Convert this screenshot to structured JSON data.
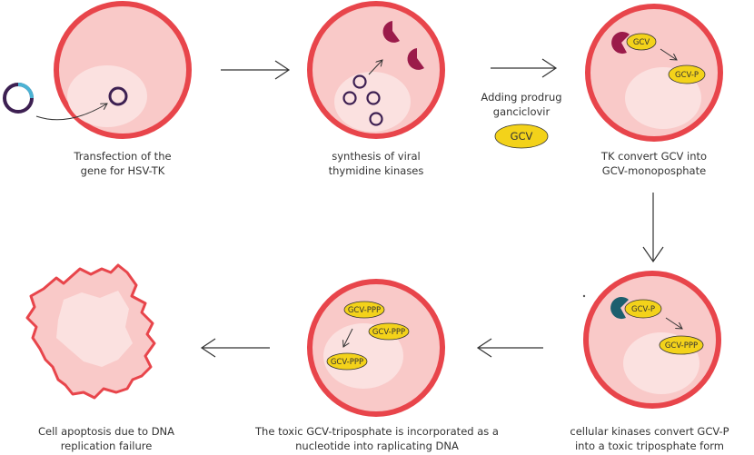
{
  "steps": [
    {
      "caption_line1": "Transfection of the",
      "caption_line2": "gene for HSV-TK"
    },
    {
      "caption_line1": "synthesis of viral",
      "caption_line2": "thymidine kinases"
    },
    {
      "caption_line1": "TK convert GCV into",
      "caption_line2": "GCV-monopo­sphate"
    },
    {
      "caption_line1": "cellular kinases convert GCV-P",
      "caption_line2": "into a toxic triposphate form"
    },
    {
      "caption_line1": "The toxic GCV-triposphate is incorporated as a",
      "caption_line2": "nucleotide into raplicating DNA"
    },
    {
      "caption_line1": "Cell apoptosis due to DNA",
      "caption_line2": "replication failure"
    }
  ],
  "prodrug": {
    "line1": "Adding prodrug",
    "line2": "ganciclovir",
    "pill": "GCV"
  },
  "pills": {
    "gcv": "GCV",
    "gcv_p": "GCV-P",
    "gcv_ppp": "GCV-PPP"
  },
  "colors": {
    "cell_outer": "#e8454b",
    "cell_fill": "#f9c9c8",
    "nucleus": "#fbe1e0",
    "kinase": "#9b1b4a",
    "cellular_kinase": "#1d5f6e",
    "plasmid": "#3d2052",
    "pill": "#f3d21a",
    "arrow": "#333333"
  }
}
